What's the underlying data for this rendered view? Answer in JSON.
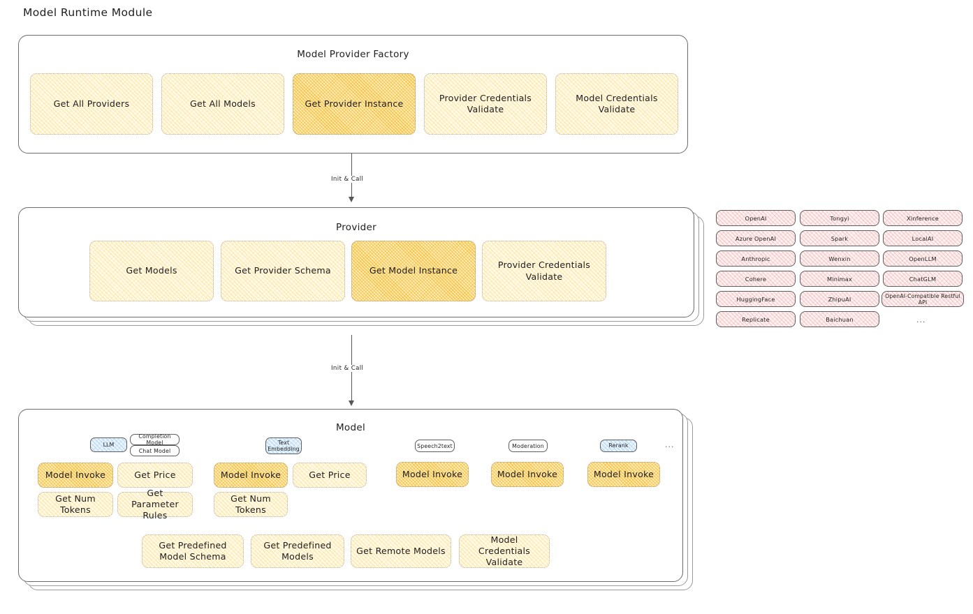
{
  "page": {
    "title": "Model Runtime Module"
  },
  "colors": {
    "fill_light_yellow": "#fffaea",
    "fill_strong_yellow": "#fdeec2",
    "fill_pink": "#fdf1f1",
    "fill_blue": "#eaf4fc",
    "stroke": "#6b6b6b",
    "text": "#1e1e1e"
  },
  "factory": {
    "title": "Model Provider Factory",
    "nodes": [
      {
        "label": "Get All Providers",
        "highlight": false
      },
      {
        "label": "Get All Models",
        "highlight": false
      },
      {
        "label": "Get Provider Instance",
        "highlight": true
      },
      {
        "label": "Provider Credentials Validate",
        "highlight": false
      },
      {
        "label": "Model Credentials Validate",
        "highlight": false
      }
    ]
  },
  "connector_1": {
    "label": "Init & Call"
  },
  "provider": {
    "title": "Provider",
    "nodes": [
      {
        "label": "Get Models",
        "highlight": false
      },
      {
        "label": "Get Provider Schema",
        "highlight": false
      },
      {
        "label": "Get Model Instance",
        "highlight": true
      },
      {
        "label": "Provider Credentials Validate",
        "highlight": false
      }
    ]
  },
  "connector_2": {
    "label": "Init & Call"
  },
  "provider_list": {
    "columns": [
      {
        "items": [
          "OpenAI",
          "Azure OpenAI",
          "Anthropic",
          "Cohere",
          "HuggingFace",
          "Replicate"
        ]
      },
      {
        "items": [
          "Tongyi",
          "Spark",
          "Wenxin",
          "Minimax",
          "ZhipuAI",
          "Baichuan"
        ]
      },
      {
        "items": [
          "Xinference",
          "LocalAI",
          "OpenLLM",
          "ChatGLM",
          "OpenAI-Compatible Restful API"
        ]
      }
    ],
    "more": "..."
  },
  "model": {
    "title": "Model",
    "more": "...",
    "types": [
      {
        "badge": "LLM",
        "badge_style": "blue",
        "sub_badges": [
          "Completion Model",
          "Chat Model"
        ],
        "methods": [
          {
            "label": "Model Invoke",
            "highlight": true
          },
          {
            "label": "Get Price",
            "highlight": false
          },
          {
            "label": "Get Num Tokens",
            "highlight": false
          },
          {
            "label": "Get Parameter Rules",
            "highlight": false
          }
        ]
      },
      {
        "badge": "Text Embedding",
        "badge_style": "blue",
        "sub_badges": [],
        "methods": [
          {
            "label": "Model Invoke",
            "highlight": true
          },
          {
            "label": "Get Price",
            "highlight": false
          },
          {
            "label": "Get Num Tokens",
            "highlight": false
          }
        ]
      },
      {
        "badge": "Speech2text",
        "badge_style": "white",
        "sub_badges": [],
        "methods": [
          {
            "label": "Model Invoke",
            "highlight": true
          }
        ]
      },
      {
        "badge": "Moderation",
        "badge_style": "white",
        "sub_badges": [],
        "methods": [
          {
            "label": "Model Invoke",
            "highlight": true
          }
        ]
      },
      {
        "badge": "Rerank",
        "badge_style": "blue",
        "sub_badges": [],
        "methods": [
          {
            "label": "Model Invoke",
            "highlight": true
          }
        ]
      }
    ],
    "shared_methods": [
      {
        "label": "Get Predefined Model Schema",
        "highlight": false
      },
      {
        "label": "Get Predefined Models",
        "highlight": false
      },
      {
        "label": "Get Remote Models",
        "highlight": false
      },
      {
        "label": "Model Credentials Validate",
        "highlight": false
      }
    ]
  }
}
